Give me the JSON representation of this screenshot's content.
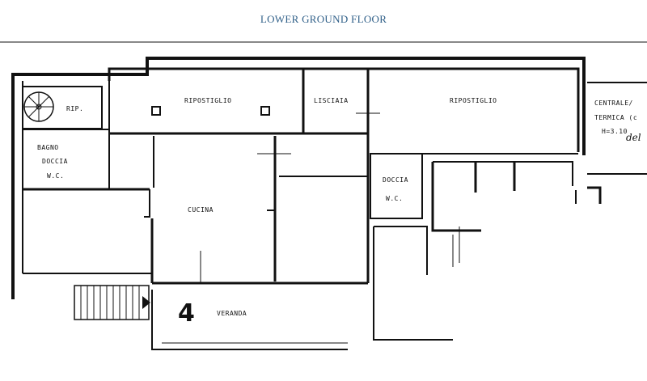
{
  "title": "LOWER GROUND FLOOR",
  "rooms": {
    "rip": "RIP.",
    "ripostiglio_left": "RIPOSTIGLIO",
    "lisciaia": "LISCIAIA",
    "ripostiglio_right": "RIPOSTIGLIO",
    "centrale_line1": "CENTRALE/",
    "centrale_line2": "TERMICA (c",
    "centrale_line3": "H=3.10",
    "centrale_line4": "del",
    "bagno": "BAGNO",
    "doccia_left": "DOCCIA",
    "wc_left": "W.C.",
    "cucina": "CUCINA",
    "doccia_right": "DOCCIA",
    "wc_right": "W.C.",
    "veranda": "VERANDA",
    "unit_number": "4"
  }
}
